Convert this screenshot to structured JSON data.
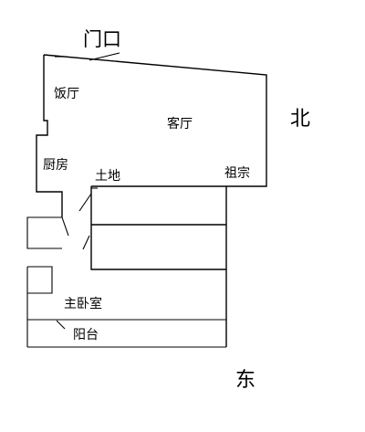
{
  "labels": {
    "entrance": "门口",
    "dining_room": "饭厅",
    "living_room": "客厅",
    "kitchen": "厨房",
    "earth_god_shrine": "土地",
    "ancestor_shrine": "祖宗",
    "master_bedroom": "主卧室",
    "balcony": "阳台"
  },
  "compass": {
    "north": "北",
    "east": "东"
  }
}
